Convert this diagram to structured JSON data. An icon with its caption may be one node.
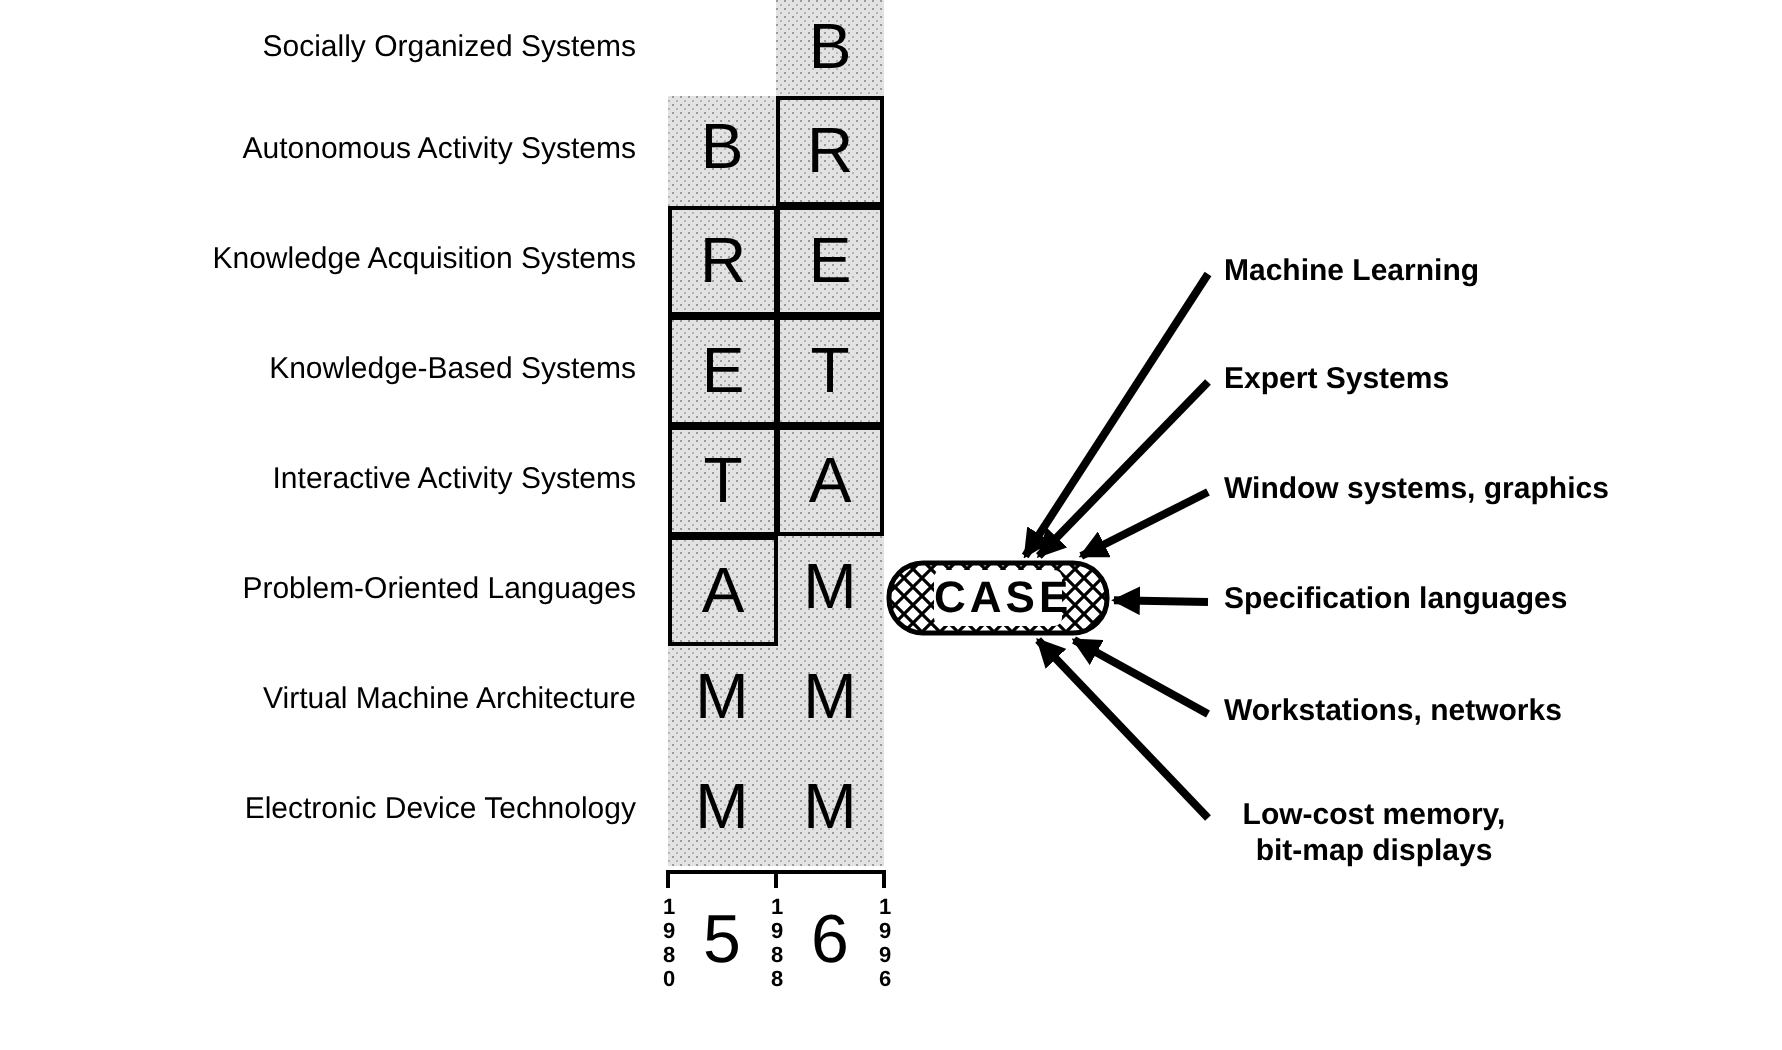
{
  "diagram": {
    "nodes": [
      {
        "text": [
          "CASE"
        ]
      },
      {
        "text": [
          "Machine Learning"
        ]
      },
      {
        "text": [
          "Expert Systems"
        ]
      },
      {
        "text": [
          "Window systems, graphics"
        ]
      },
      {
        "text": [
          "Specification languages"
        ]
      },
      {
        "text": [
          "Workstations, networks"
        ]
      },
      {
        "text": [
          "Low-cost memory, bit-map displays"
        ]
      },
      {
        "text": [
          "R"
        ]
      },
      {
        "text": [
          "R"
        ]
      },
      {
        "text": [
          "E"
        ]
      },
      {
        "text": [
          "E"
        ]
      },
      {
        "text": [
          "T"
        ]
      },
      {
        "text": [
          "T"
        ]
      },
      {
        "text": [
          "A"
        ]
      },
      {
        "text": [
          "A"
        ]
      }
    ],
    "edges": [
      {
        "from": 1,
        "to": 0,
        "arrow": "to"
      },
      {
        "from": 2,
        "to": 0,
        "arrow": "to"
      },
      {
        "from": 3,
        "to": 0,
        "arrow": "to"
      },
      {
        "from": 4,
        "to": 0,
        "arrow": "to"
      },
      {
        "from": 5,
        "to": 0,
        "arrow": "to"
      },
      {
        "from": 6,
        "to": 0,
        "arrow": "to"
      }
    ],
    "labels": [
      "Socially Organized Systems",
      "B",
      "Autonomous Activity Systems",
      "B",
      "Knowledge Acquisition Systems",
      "Knowledge-Based Systems",
      "Interactive Activity Systems",
      "Problem-Oriented Languages",
      "M",
      "Virtual Machine Architecture",
      "M",
      "M",
      "Electronic Device Technology",
      "M",
      "M",
      "1980",
      "5",
      "1988",
      "6",
      "1996"
    ]
  }
}
